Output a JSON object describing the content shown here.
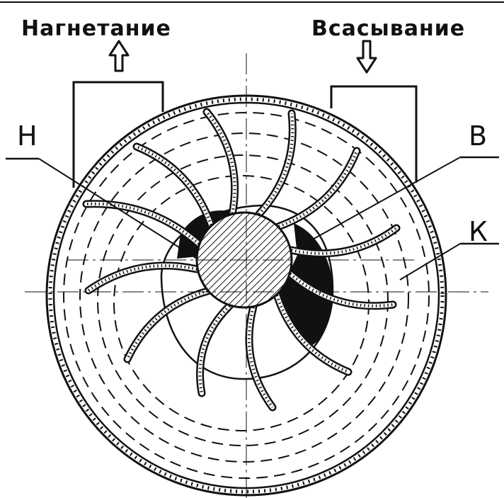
{
  "labels": {
    "discharge": "Нагнетание",
    "suction": "Всасывание",
    "n": "Н",
    "v": "В",
    "k": "К"
  },
  "colors": {
    "ink": "#111111",
    "paper": "#ffffff"
  },
  "icons": {
    "discharge_arrow": "arrow-up-icon",
    "suction_arrow": "arrow-down-icon"
  }
}
